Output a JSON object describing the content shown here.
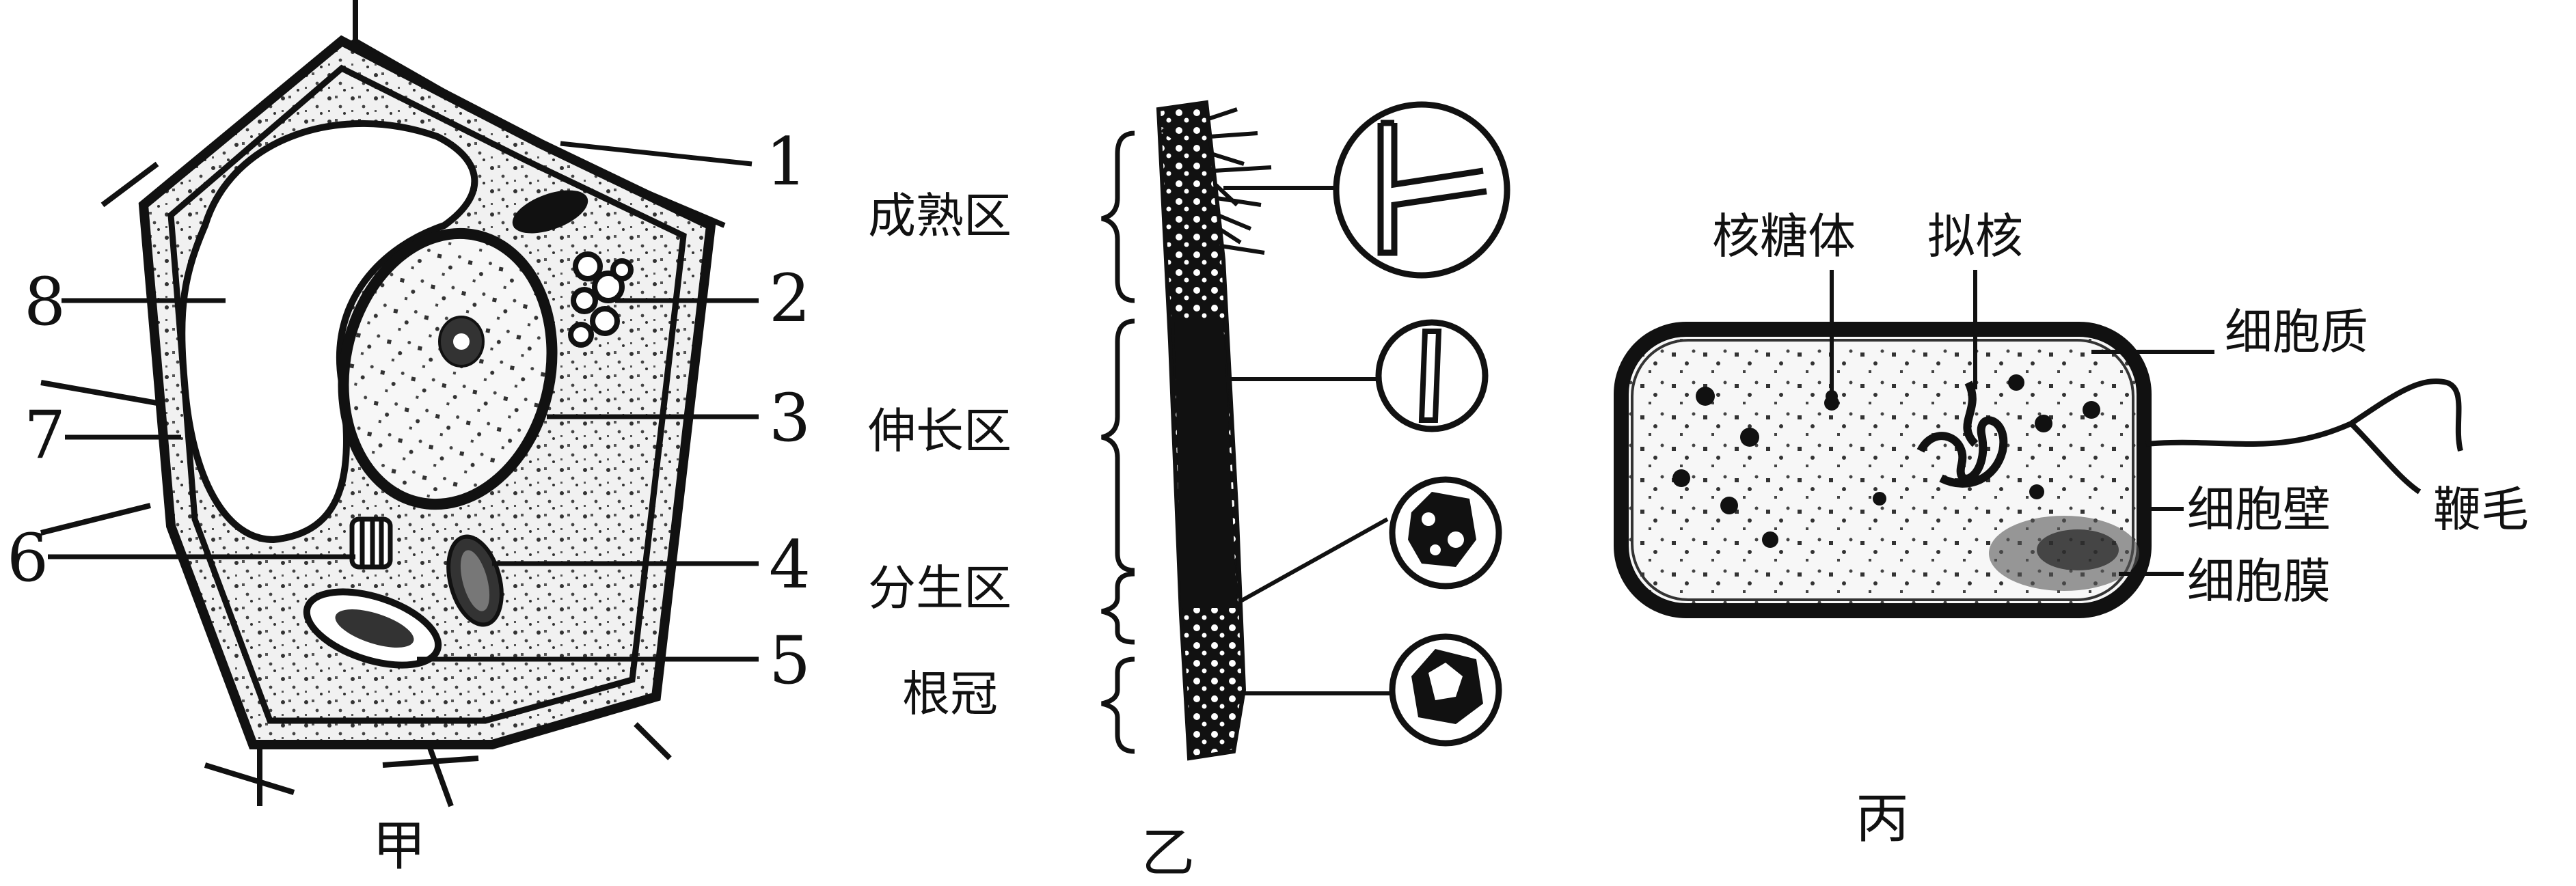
{
  "panels": {
    "plant_cell": {
      "caption": "甲",
      "labels": [
        "1",
        "2",
        "3",
        "4",
        "5",
        "6",
        "7",
        "8"
      ]
    },
    "root_tip": {
      "caption": "乙",
      "zones": [
        "成熟区",
        "伸长区",
        "分生区",
        "根冠"
      ]
    },
    "bacterium": {
      "caption": "丙",
      "labels": {
        "ribosome": "核糖体",
        "nucleoid": "拟核",
        "cytoplasm": "细胞质",
        "flagellum": "鞭毛",
        "cell_wall": "细胞壁",
        "cell_membrane": "细胞膜"
      }
    }
  },
  "colors": {
    "ink": "#111111",
    "cytoplasm": "#ececec",
    "vacuole": "#ffffff"
  }
}
